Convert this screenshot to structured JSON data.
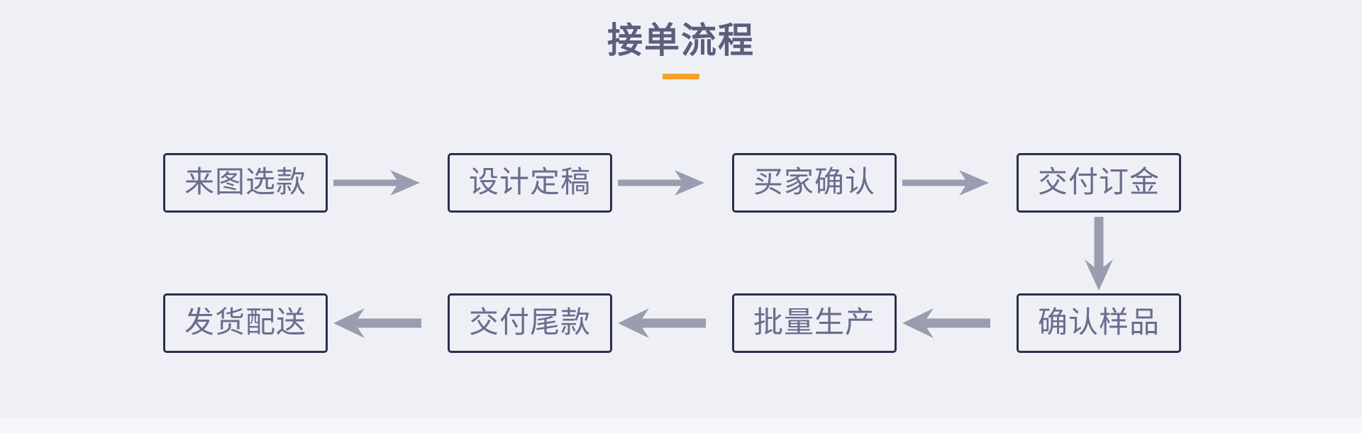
{
  "page": {
    "title": "接单流程",
    "background_color": "#eff0f6",
    "title_color": "#5d5d7e",
    "accent_color": "#f9a12b",
    "node_border_color": "#2e2e4c",
    "node_text_color": "#6c6c8e",
    "arrow_color": "#9a9cb0"
  },
  "diagram": {
    "type": "flowchart",
    "direction": "serpentine-left-to-right-then-right-to-left",
    "nodes": [
      {
        "id": "n0",
        "label": "来图选款",
        "row": 1,
        "col": 1
      },
      {
        "id": "n1",
        "label": "设计定稿",
        "row": 1,
        "col": 2
      },
      {
        "id": "n2",
        "label": "买家确认",
        "row": 1,
        "col": 3
      },
      {
        "id": "n3",
        "label": "交付订金",
        "row": 1,
        "col": 4
      },
      {
        "id": "n4",
        "label": "确认样品",
        "row": 2,
        "col": 4
      },
      {
        "id": "n5",
        "label": "批量生产",
        "row": 2,
        "col": 3
      },
      {
        "id": "n6",
        "label": "交付尾款",
        "row": 2,
        "col": 2
      },
      {
        "id": "n7",
        "label": "发货配送",
        "row": 2,
        "col": 1
      }
    ],
    "edges": [
      {
        "from": "n0",
        "to": "n1",
        "direction": "right"
      },
      {
        "from": "n1",
        "to": "n2",
        "direction": "right"
      },
      {
        "from": "n2",
        "to": "n3",
        "direction": "right"
      },
      {
        "from": "n3",
        "to": "n4",
        "direction": "down"
      },
      {
        "from": "n4",
        "to": "n5",
        "direction": "left"
      },
      {
        "from": "n5",
        "to": "n6",
        "direction": "left"
      },
      {
        "from": "n6",
        "to": "n7",
        "direction": "left"
      }
    ]
  }
}
